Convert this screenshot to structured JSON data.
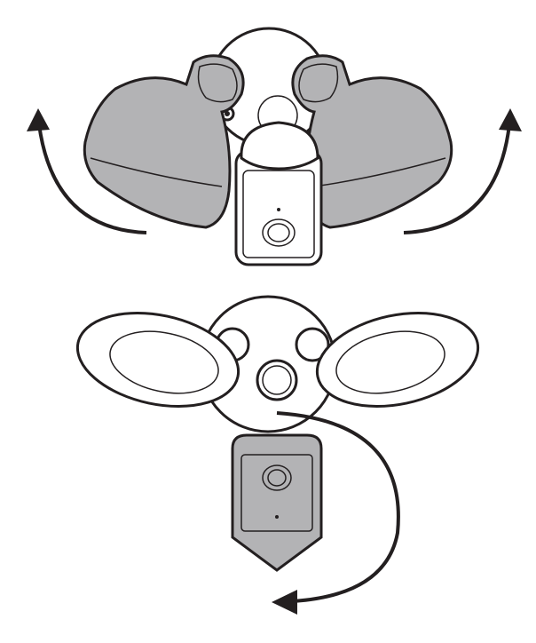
{
  "illustration": {
    "top_view": {
      "description_icon": "floodlight-camera-lights-rotated-up",
      "arrows": [
        "rotate-left-light-up",
        "rotate-right-light-up"
      ]
    },
    "bottom_view": {
      "description_icon": "floodlight-camera-rotated-down",
      "arrows": [
        "rotate-camera-down"
      ]
    }
  },
  "colors": {
    "device_gray": "#b3b3b5",
    "outline": "#231f20",
    "background": "#ffffff"
  }
}
